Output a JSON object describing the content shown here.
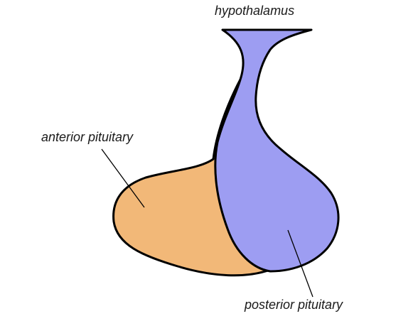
{
  "labels": {
    "hypothalamus": "hypothalamus",
    "anterior": "anterior pituitary",
    "posterior": "posterior pituitary"
  },
  "colors": {
    "anterior_fill": "#f2b878",
    "posterior_fill": "#9d9df2",
    "outline": "#000000",
    "text": "#1a1a1a"
  }
}
